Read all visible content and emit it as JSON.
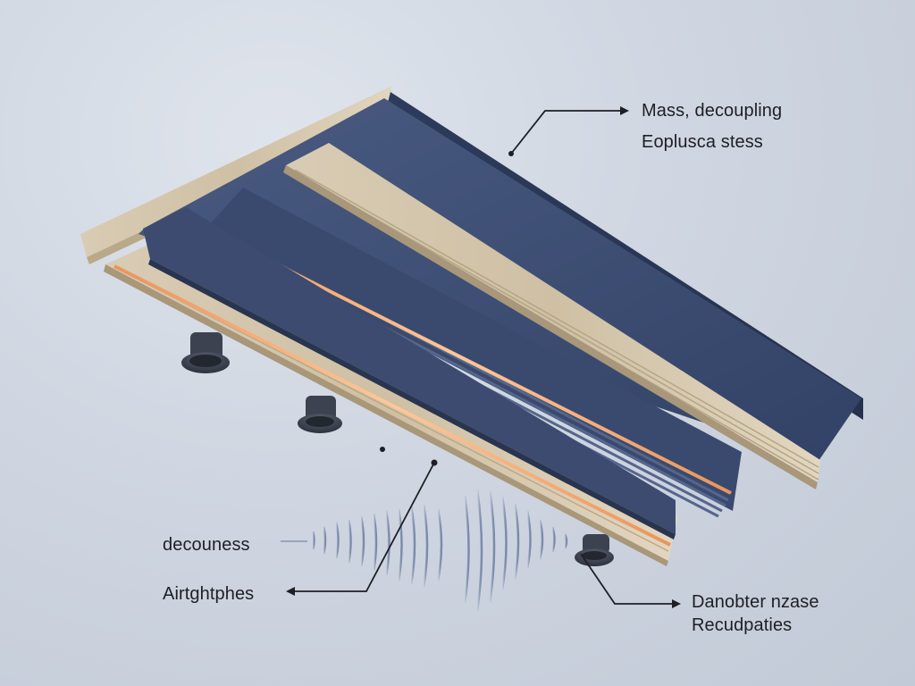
{
  "labels": {
    "top_line1": "Mass, decoupling",
    "top_line2": "Eoplusca stess",
    "left_line1": "decouness",
    "left_line2": "Airtghtphes",
    "right_line1": "Danobter nzase",
    "right_line2": "Recudpaties"
  },
  "colors": {
    "panel_navy": "#3f5076",
    "wood": "#d8cbb3",
    "copper_glow": "#f0a06a",
    "background": "#cfd6e1",
    "text": "#1e1f24"
  }
}
